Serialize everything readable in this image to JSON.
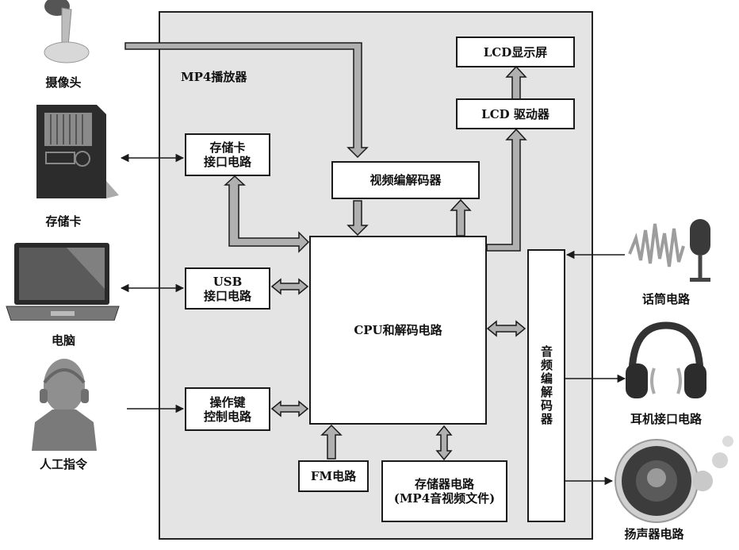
{
  "diagram": {
    "title": "MP4播放器",
    "colors": {
      "player_bg": "#e4e4e4",
      "block_bg": "#ffffff",
      "bus_arrow_fill": "#b0b0b0",
      "line": "#1a1a1a"
    },
    "blocks": {
      "lcd_screen": "LCD显示屏",
      "lcd_driver": "LCD 驱动器",
      "video_codec": "视频编解码器",
      "card_interface_line1": "存储卡",
      "card_interface_line2": "接口电路",
      "usb_interface_line1": "USB",
      "usb_interface_line2": "接口电路",
      "keys_control_line1": "操作键",
      "keys_control_line2": "控制电路",
      "cpu": "CPU和解码电路",
      "fm": "FM电路",
      "memory_line1": "存储器电路",
      "memory_line2": "(MP4音视频文件)",
      "audio_codec": "音频编解码器"
    },
    "external": {
      "camera": {
        "label": "摄像头",
        "icon": "camera-icon"
      },
      "memory_card": {
        "label": "存储卡",
        "icon": "memory-card-icon"
      },
      "computer": {
        "label": "电脑",
        "icon": "laptop-icon"
      },
      "human": {
        "label": "人工指令",
        "icon": "person-icon"
      },
      "microphone": {
        "label": "话筒电路",
        "icon": "microphone-icon"
      },
      "headphones": {
        "label": "耳机接口电路",
        "icon": "headphones-icon"
      },
      "speaker": {
        "label": "扬声器电路",
        "icon": "speaker-icon"
      }
    },
    "connections": [
      {
        "from": "camera",
        "to": "video_codec",
        "type": "bus",
        "direction": "one-way"
      },
      {
        "from": "video_codec",
        "to": "cpu",
        "type": "bus",
        "direction": "one-way"
      },
      {
        "from": "cpu",
        "to": "video_codec",
        "type": "bus",
        "direction": "one-way"
      },
      {
        "from": "cpu",
        "to": "lcd_driver",
        "type": "bus",
        "direction": "one-way"
      },
      {
        "from": "lcd_driver",
        "to": "lcd_screen",
        "type": "bus",
        "direction": "one-way"
      },
      {
        "from": "memory_card",
        "to": "card_interface",
        "type": "line",
        "direction": "two-way"
      },
      {
        "from": "card_interface",
        "to": "cpu",
        "type": "bus",
        "direction": "two-way"
      },
      {
        "from": "computer",
        "to": "usb_interface",
        "type": "line",
        "direction": "two-way"
      },
      {
        "from": "usb_interface",
        "to": "cpu",
        "type": "bus",
        "direction": "two-way"
      },
      {
        "from": "human",
        "to": "keys_control",
        "type": "line",
        "direction": "one-way"
      },
      {
        "from": "keys_control",
        "to": "cpu",
        "type": "bus",
        "direction": "two-way"
      },
      {
        "from": "fm",
        "to": "cpu",
        "type": "bus",
        "direction": "one-way"
      },
      {
        "from": "memory",
        "to": "cpu",
        "type": "bus",
        "direction": "two-way"
      },
      {
        "from": "cpu",
        "to": "audio_codec",
        "type": "bus",
        "direction": "two-way"
      },
      {
        "from": "microphone",
        "to": "audio_codec",
        "type": "line",
        "direction": "one-way"
      },
      {
        "from": "audio_codec",
        "to": "headphones",
        "type": "line",
        "direction": "one-way"
      },
      {
        "from": "audio_codec",
        "to": "speaker",
        "type": "line",
        "direction": "one-way"
      }
    ]
  }
}
